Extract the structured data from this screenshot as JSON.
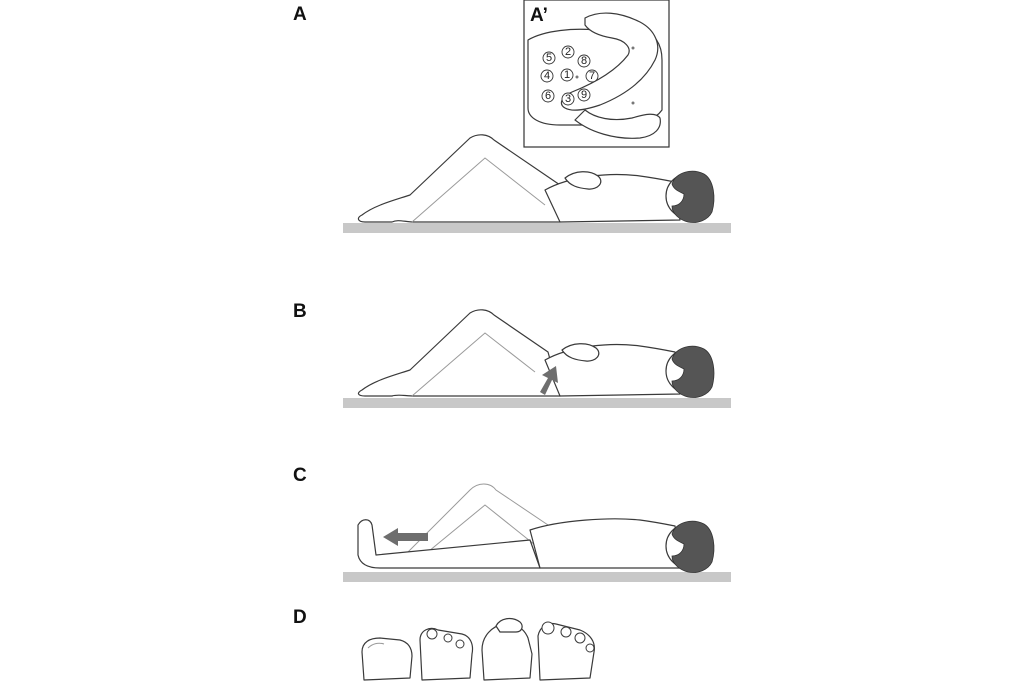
{
  "panels": {
    "a": "A",
    "a_prime": "A’",
    "b": "B",
    "c": "C",
    "d": "D"
  },
  "inset_points": [
    "1",
    "2",
    "3",
    "4",
    "5",
    "6",
    "7",
    "8",
    "9"
  ],
  "colors": {
    "floor": "#c8c8c8",
    "hair": "#555555",
    "arrow": "#6e6e6e",
    "outline": "#3a3a3a"
  }
}
